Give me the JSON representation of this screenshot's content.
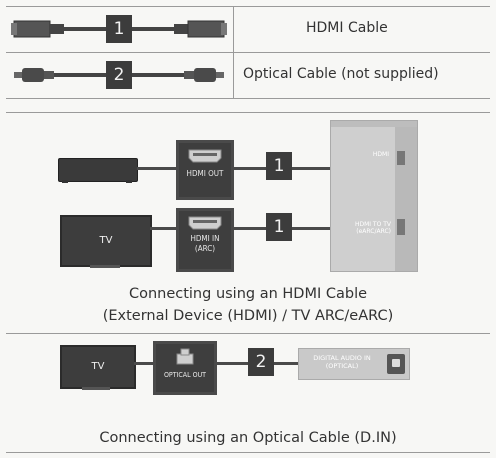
{
  "legend": {
    "rows": [
      {
        "number": "1",
        "label": "HDMI Cable"
      },
      {
        "number": "2",
        "label": "Optical Cable (not supplied)"
      }
    ]
  },
  "hdmi_section": {
    "devices": {
      "tv_label": "TV"
    },
    "ports": {
      "hdmi_out": "HDMI OUT",
      "hdmi_in_line1": "HDMI IN",
      "hdmi_in_line2": "(ARC)"
    },
    "cable_numbers": [
      "1",
      "1"
    ],
    "soundbar_ports": {
      "hdmi": "HDMI",
      "hdmi_to_tv_line1": "HDMI TO TV",
      "hdmi_to_tv_line2": "(eARC/ARC)"
    },
    "caption_line1": "Connecting using an HDMI Cable",
    "caption_line2": "(External Device (HDMI) / TV ARC/eARC)"
  },
  "optical_section": {
    "tv_label": "TV",
    "port_label": "OPTICAL OUT",
    "cable_number": "2",
    "soundbar_port_line1": "DIGITAL AUDIO IN",
    "soundbar_port_line2": "(OPTICAL)",
    "caption": "Connecting using an Optical Cable (D.IN)"
  }
}
